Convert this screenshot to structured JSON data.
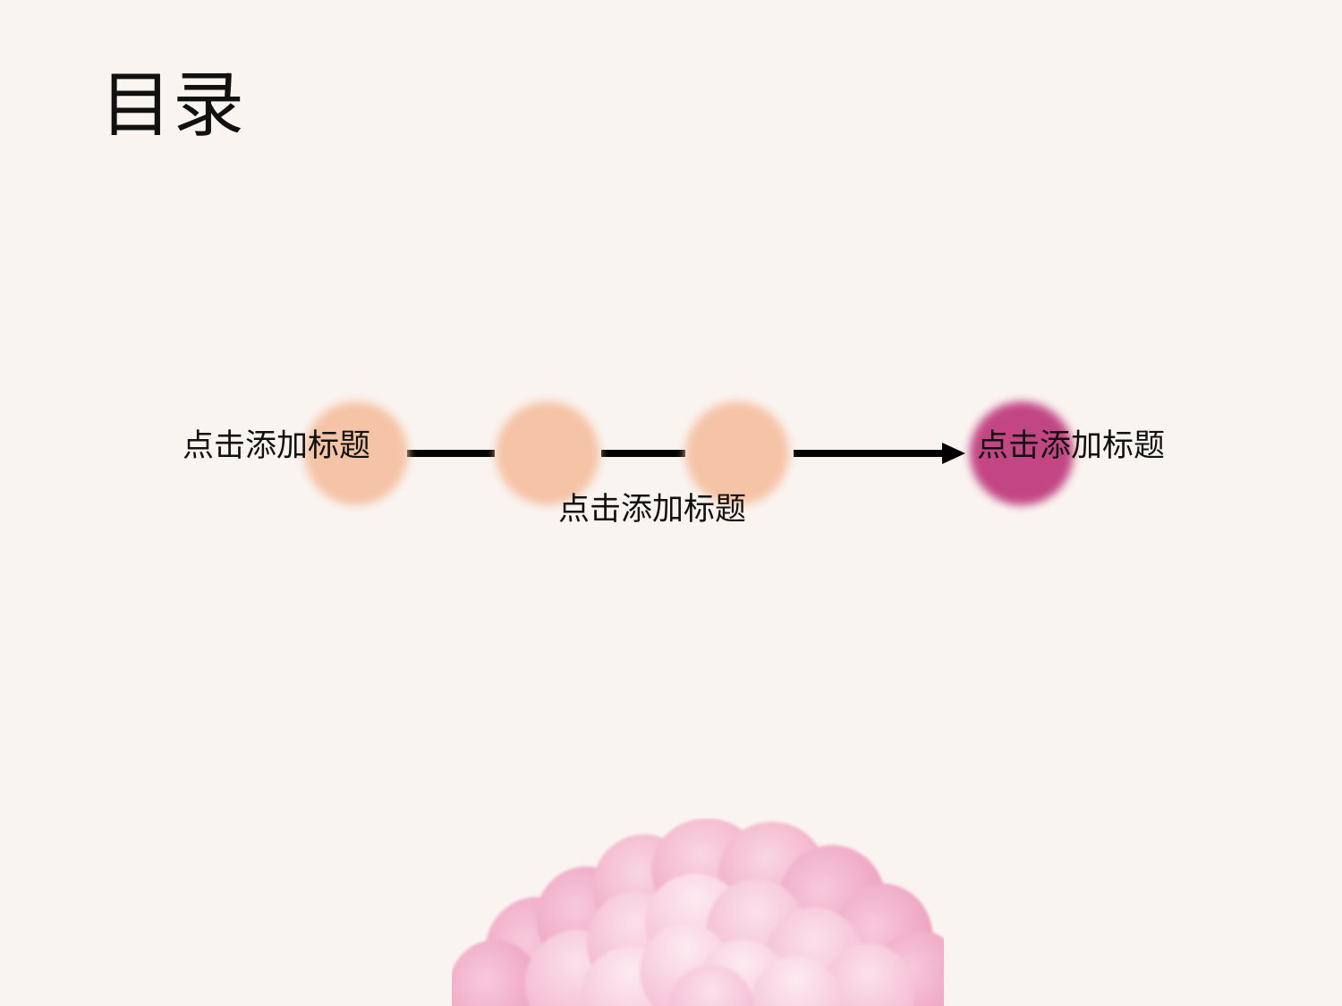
{
  "slide": {
    "title": "目录",
    "background_color": "#FAF4F0",
    "text_color": "#111111"
  },
  "diagram": {
    "type": "process-arrow",
    "connector_color": "#010101",
    "nodes": [
      {
        "id": "node-1",
        "label": "点击添加标题",
        "color": "#F5C3A6",
        "label_position": "left"
      },
      {
        "id": "node-2",
        "label": "",
        "color": "#F5C3A6",
        "label_position": "none"
      },
      {
        "id": "node-3",
        "label": "点击添加标题",
        "color": "#F5C3A6",
        "label_position": "below"
      },
      {
        "id": "node-4",
        "label": "点击添加标题",
        "color": "#C24684",
        "label_position": "right"
      }
    ]
  },
  "decoration": {
    "flower": {
      "name": "pink-camellia-flower",
      "petal_colors": [
        "#F2A9C4",
        "#F6BED3",
        "#F9D3E0",
        "#EE9CBB"
      ]
    }
  }
}
